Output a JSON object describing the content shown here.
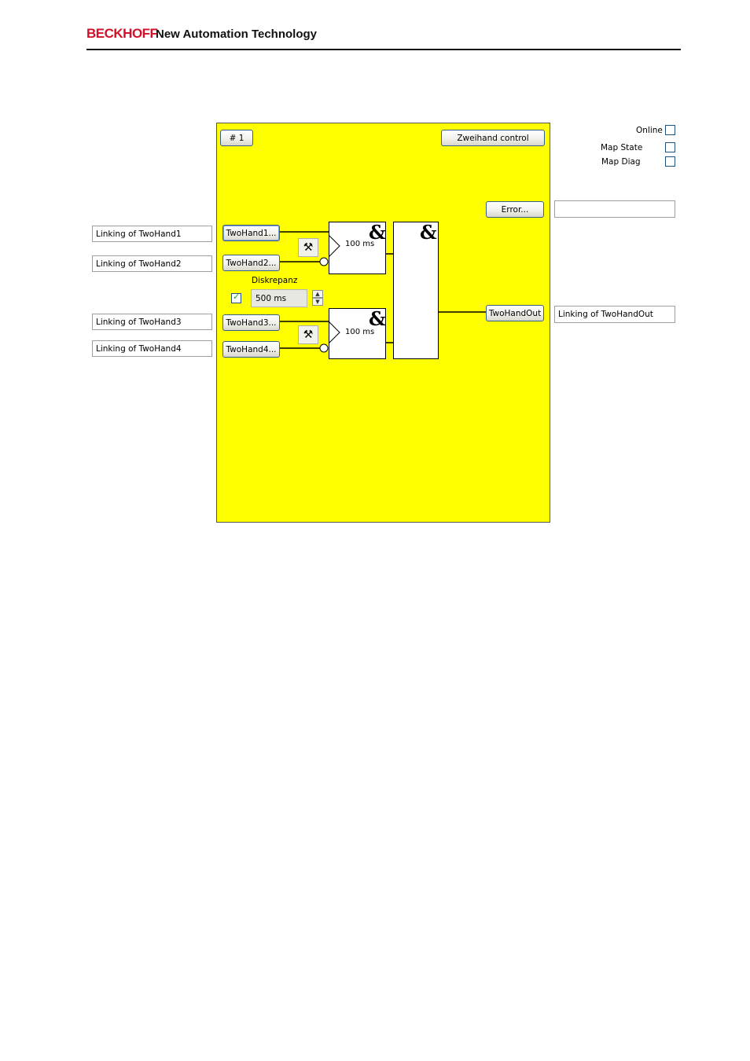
{
  "header": {
    "brand": "BECKHOFF",
    "tagline": "New Automation Technology"
  },
  "toolbar": {
    "number_label": "#  1",
    "function_label": "Zweihand control"
  },
  "options": [
    {
      "label": "Online",
      "checked": false
    },
    {
      "label": "Map State",
      "checked": false
    },
    {
      "label": "Map Diag",
      "checked": false
    }
  ],
  "inputs": [
    {
      "button": "TwoHand1...",
      "linking": "Linking of TwoHand1"
    },
    {
      "button": "TwoHand2...",
      "linking": "Linking of TwoHand2"
    },
    {
      "button": "TwoHand3...",
      "linking": "Linking of TwoHand3"
    },
    {
      "button": "TwoHand4...",
      "linking": "Linking of TwoHand4"
    }
  ],
  "timer_blocks": [
    {
      "symbol": "&",
      "time": "100 ms"
    },
    {
      "symbol": "&",
      "time": "100 ms"
    }
  ],
  "and_block": {
    "symbol": "&"
  },
  "discrepancy": {
    "label": "Diskrepanz",
    "enabled": true,
    "value": "500 ms"
  },
  "error": {
    "button": "Error...",
    "value": ""
  },
  "output": {
    "button": "TwoHandOut",
    "linking": "Linking of TwoHandOut"
  },
  "icons": {
    "settings": "hammer-wrench-icon",
    "spin_up": "arrow-up-icon",
    "spin_down": "arrow-down-icon"
  },
  "colors": {
    "canvas": "#ffff00",
    "brand": "#d2102a"
  }
}
